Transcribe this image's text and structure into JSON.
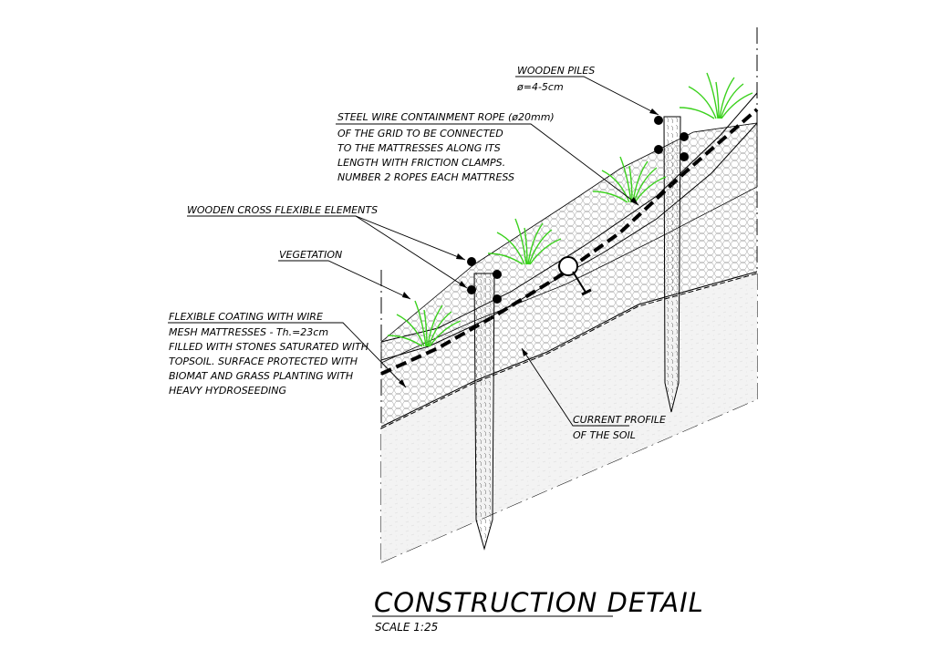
{
  "title": "CONSTRUCTION DETAIL",
  "scale": "SCALE 1:25",
  "labels": {
    "wooden_piles": [
      "WOODEN PILES",
      "ø=4-5cm"
    ],
    "steel_rope": [
      "STEEL WIRE CONTAINMENT ROPE (ø20mm)",
      "OF THE GRID TO BE CONNECTED",
      "TO THE MATTRESSES ALONG ITS",
      "LENGTH WITH FRICTION CLAMPS.",
      "NUMBER 2 ROPES EACH MATTRESS"
    ],
    "wooden_cross": [
      "WOODEN CROSS FLEXIBLE ELEMENTS"
    ],
    "vegetation": [
      "VEGETATION"
    ],
    "flexible_coating": [
      "FLEXIBLE COATING WITH WIRE",
      "MESH MATTRESSES - Th.=23cm",
      "FILLED WITH STONES SATURATED WITH",
      "TOPSOIL. SURFACE PROTECTED WITH",
      "BIOMAT AND GRASS PLANTING WITH",
      "HEAVY HYDROSEEDING"
    ],
    "soil_profile": [
      "CURRENT PROFILE",
      "OF THE SOIL"
    ]
  },
  "colors": {
    "line": "#000000",
    "vegetation": "#3bd11d",
    "soil_fill": "#f4f4f4",
    "mattress_fill": "#f7f7f7"
  }
}
